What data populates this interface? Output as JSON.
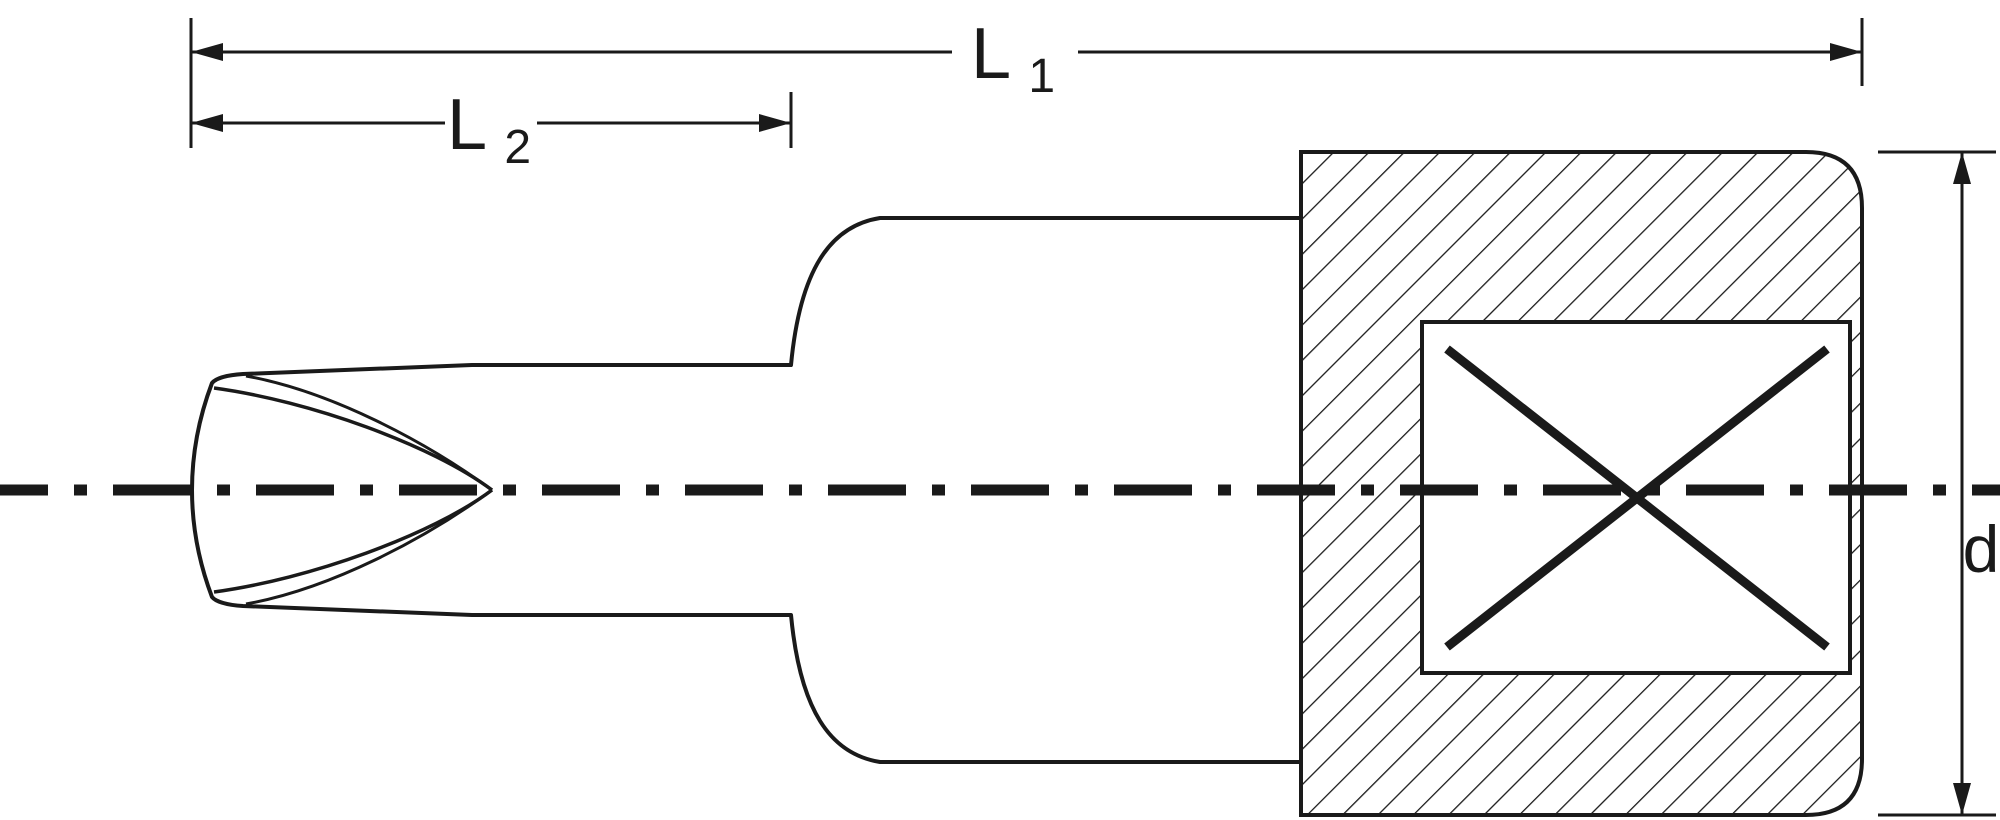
{
  "dimensions": {
    "l1": {
      "main": "L",
      "sub": "1"
    },
    "l2": {
      "main": "L",
      "sub": "2"
    },
    "d": {
      "label": "d"
    }
  },
  "colors": {
    "line": "#1a1a1a",
    "background": "#ffffff"
  }
}
